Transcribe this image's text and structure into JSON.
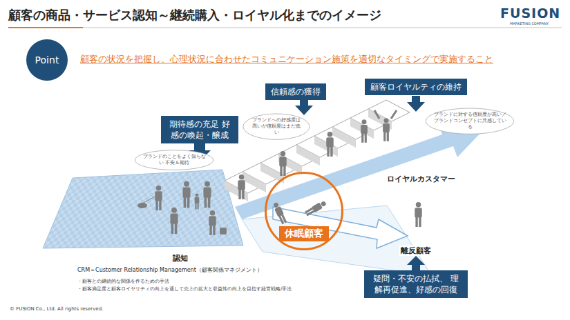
{
  "diagram": {
    "title": "顧客の商品・サービス認知～継続購入・ロイヤル化までのイメージ",
    "nodes": [
      {
        "text": [
          "Point"
        ]
      },
      {
        "text": [
          "期待感の充足 好感の喚起・醸成"
        ]
      },
      {
        "text": [
          "信頼感の獲得"
        ]
      },
      {
        "text": [
          "顧客ロイヤルティの維持"
        ]
      },
      {
        "text": [
          "ブランドのことをよく知らない 不安＆期待"
        ]
      },
      {
        "text": [
          "ブランドへの好感度は 高いが信頼度はまだ低い"
        ]
      },
      {
        "text": [
          "ブランドに対する信頼度が高い／ ブランドコンセプトに共感している"
        ]
      },
      {
        "text": [
          "休眠顧客"
        ]
      },
      {
        "text": [
          "疑問・不安の払拭、 理解再促進、好感の回復"
        ]
      }
    ],
    "labels": [
      "顧客の状況を把握し、心理状況に合わせたコミュニケーション施策を適切なタイミングで実施すること",
      "FUSION",
      "MARKETING COMPANY",
      "認知",
      "ロイヤルカスタマー",
      "離反顧客",
      "CRM＝Customer Relationship Management（顧客関係マネジメント）",
      "・顧客との継続的な関係を作るための手法",
      "・顧客満足度と顧客ロイヤリティの向上を通して売上の拡大と収益性の向上を目指す経営戦略/手法",
      "© FUSION Co., Ltd. All rights reserved."
    ]
  }
}
